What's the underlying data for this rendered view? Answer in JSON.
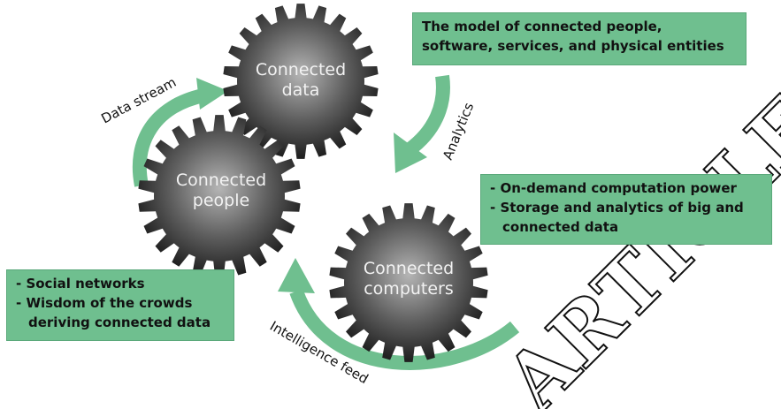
{
  "gears": {
    "data": "Connected\ndata",
    "people": "Connected\npeople",
    "computers": "Connected\ncomputers"
  },
  "gear_lines": {
    "data": [
      "Connected",
      "data"
    ],
    "people": [
      "Connected",
      "people"
    ],
    "computers": [
      "Connected",
      "computers"
    ]
  },
  "flows": {
    "data_stream": "Data stream",
    "analytics": "Analytics",
    "intelligence_feed": "Intelligence feed"
  },
  "boxes": {
    "model": [
      "The model of connected people,",
      "software, services, and physical entities"
    ],
    "compute": [
      "- On-demand computation power",
      "- Storage and analytics of big and",
      "connected data"
    ],
    "social": [
      "- Social networks",
      "- Wisdom of the crowds",
      "deriving connected data"
    ]
  },
  "watermark": "ARTICLE",
  "colors": {
    "arrow": "#6fbf8f",
    "box": "#6fbf8f",
    "gear_dark": "#2b2b2b",
    "gear_light": "#a8a8a8"
  }
}
